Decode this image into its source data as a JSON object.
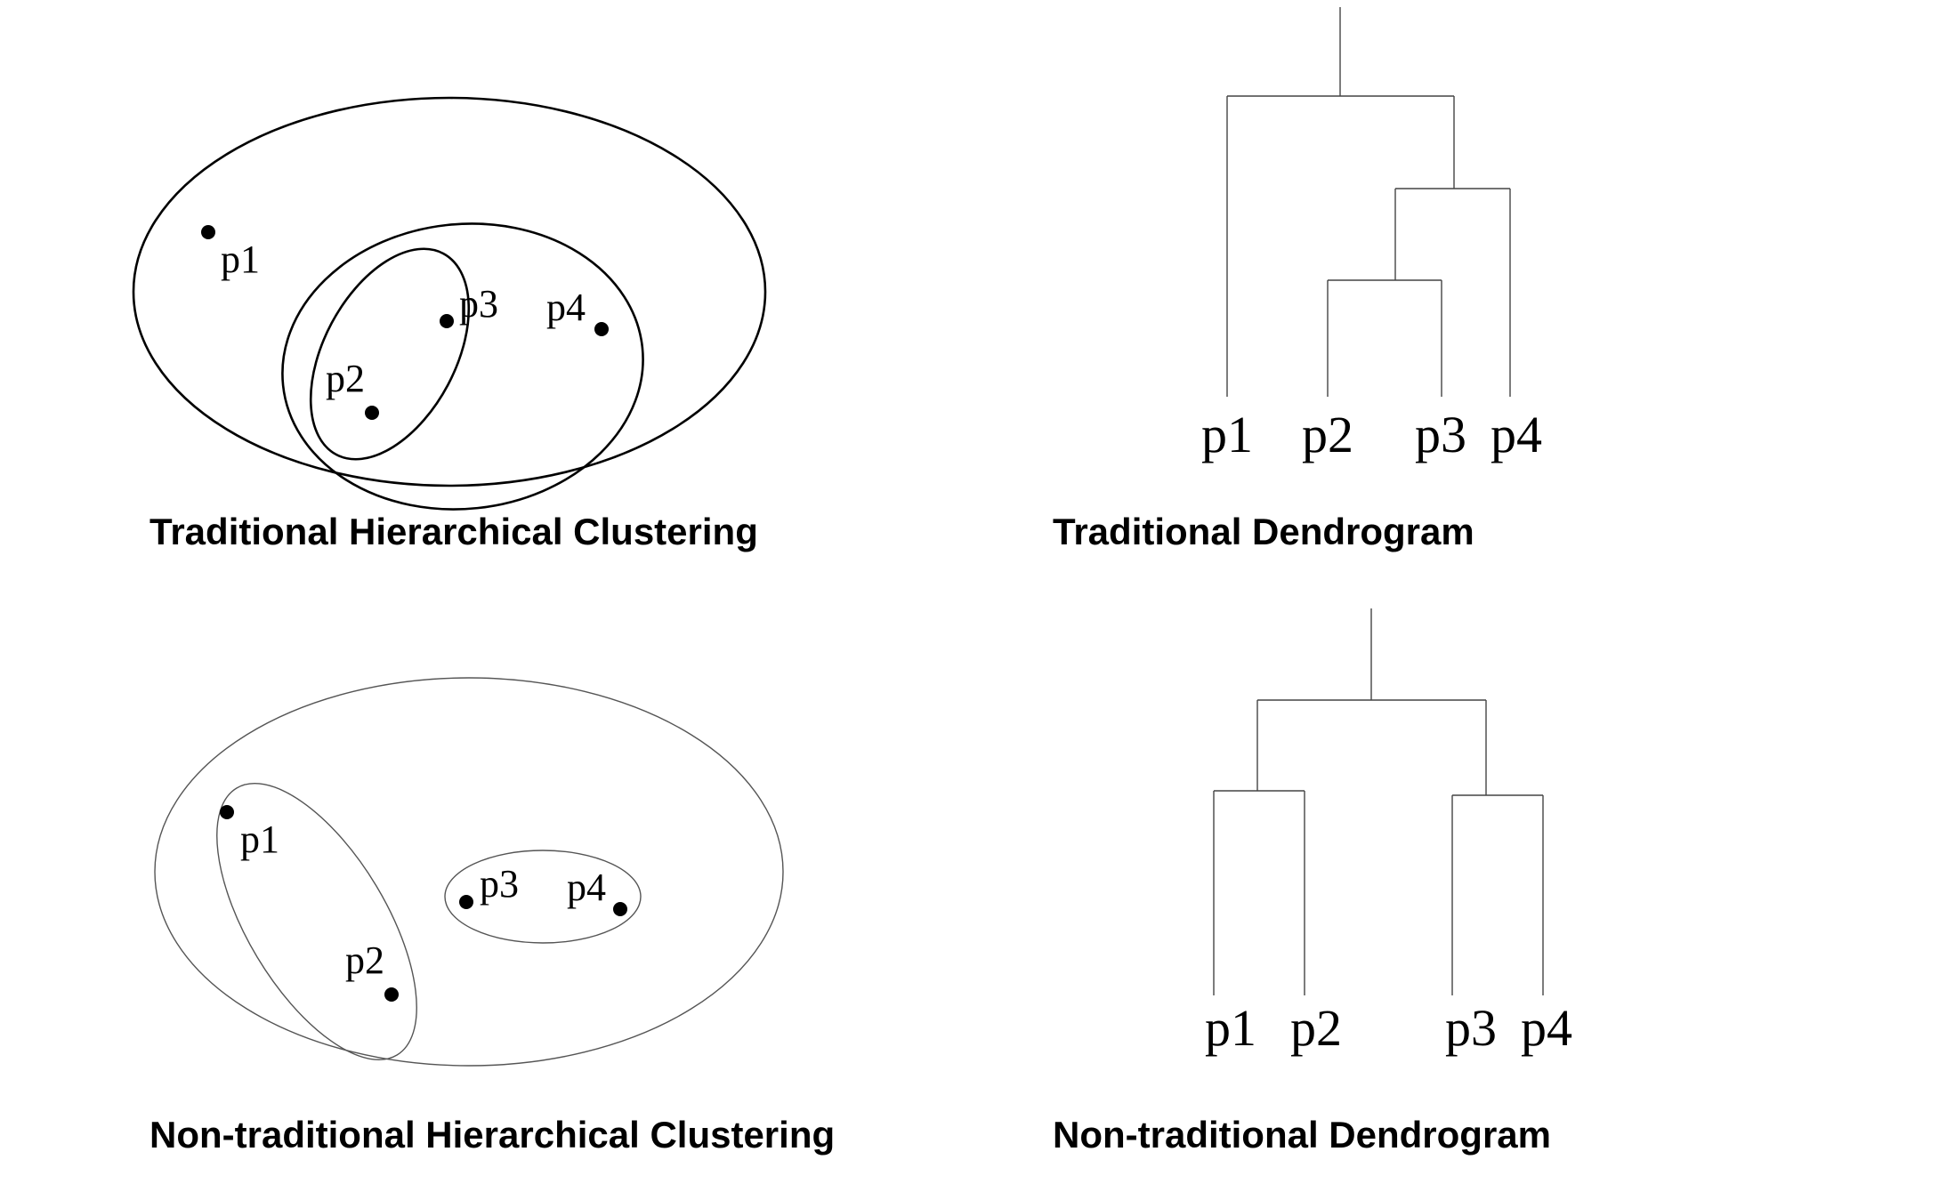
{
  "panels": {
    "traditional_clustering": {
      "caption": "Traditional Hierarchical Clustering",
      "points": [
        "p1",
        "p2",
        "p3",
        "p4"
      ]
    },
    "traditional_dendrogram": {
      "caption": "Traditional Dendrogram",
      "leaves": [
        "p1",
        "p2",
        "p3",
        "p4"
      ]
    },
    "nontraditional_clustering": {
      "caption": "Non-traditional Hierarchical Clustering",
      "points": [
        "p1",
        "p2",
        "p3",
        "p4"
      ]
    },
    "nontraditional_dendrogram": {
      "caption": "Non-traditional Dendrogram",
      "leaves": [
        "p1",
        "p2",
        "p3",
        "p4"
      ]
    }
  }
}
